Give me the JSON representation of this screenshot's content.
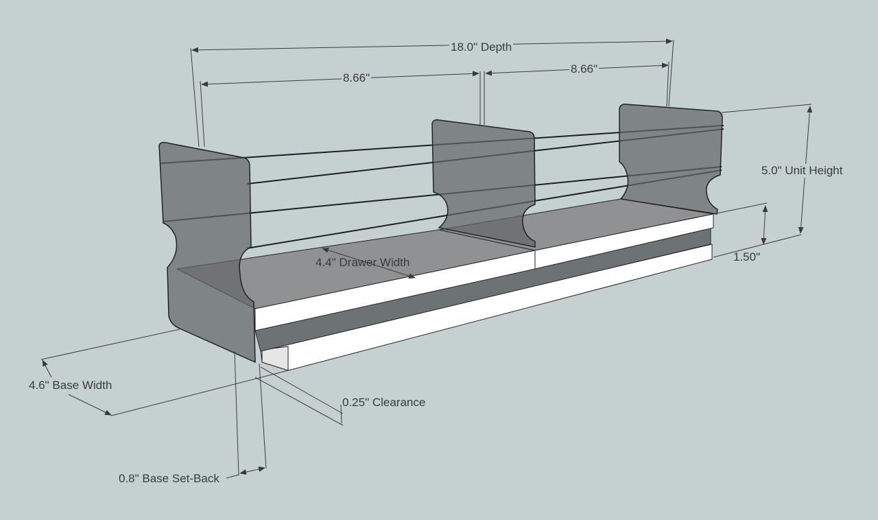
{
  "colors": {
    "background": "#c5d1d1",
    "panel": "#7d7f82",
    "shelf": "#8e9092",
    "white": "#ffffff",
    "dimension": "#3a3a3a"
  },
  "dimensions": {
    "depth": "18.0\" Depth",
    "front_section": "8.66\"",
    "rear_section": "8.66\"",
    "unit_height": "5.0\" Unit Height",
    "base_height": "1.50\"",
    "drawer_width": "4.4\" Drawer Width",
    "base_width": "4.6\" Base Width",
    "clearance": "0.25\" Clearance",
    "base_setback": "0.8\" Base Set-Back"
  }
}
